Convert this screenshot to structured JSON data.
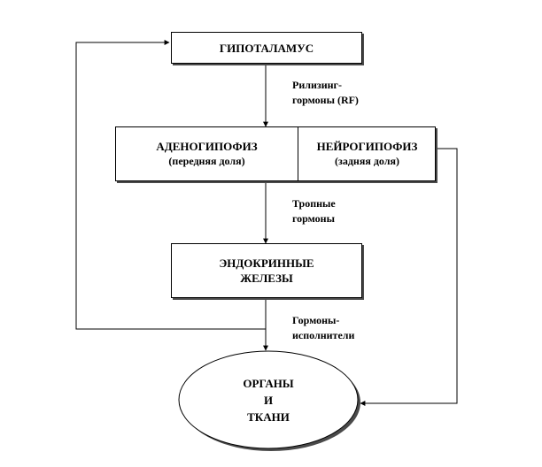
{
  "nodes": {
    "hypothalamus": "ГИПОТАЛАМУС",
    "adenohypophysis": {
      "title": "АДЕНОГИПОФИЗ",
      "subtitle": "(передняя доля)"
    },
    "neurohypophysis": {
      "title": "НЕЙРОГИПОФИЗ",
      "subtitle": "(задняя доля)"
    },
    "endocrine": {
      "line1": "ЭНДОКРИННЫЕ",
      "line2": "ЖЕЛЕЗЫ"
    },
    "organs": {
      "line1": "ОРГАНЫ",
      "line2": "И",
      "line3": "ТКАНИ"
    }
  },
  "edge_labels": {
    "releasing": {
      "line1": "Рилизинг-",
      "line2": "гормоны (RF)"
    },
    "tropic": {
      "line1": "Тропные",
      "line2": "гормоны"
    },
    "effector": {
      "line1": "Гормоны-",
      "line2": "исполнители"
    }
  }
}
